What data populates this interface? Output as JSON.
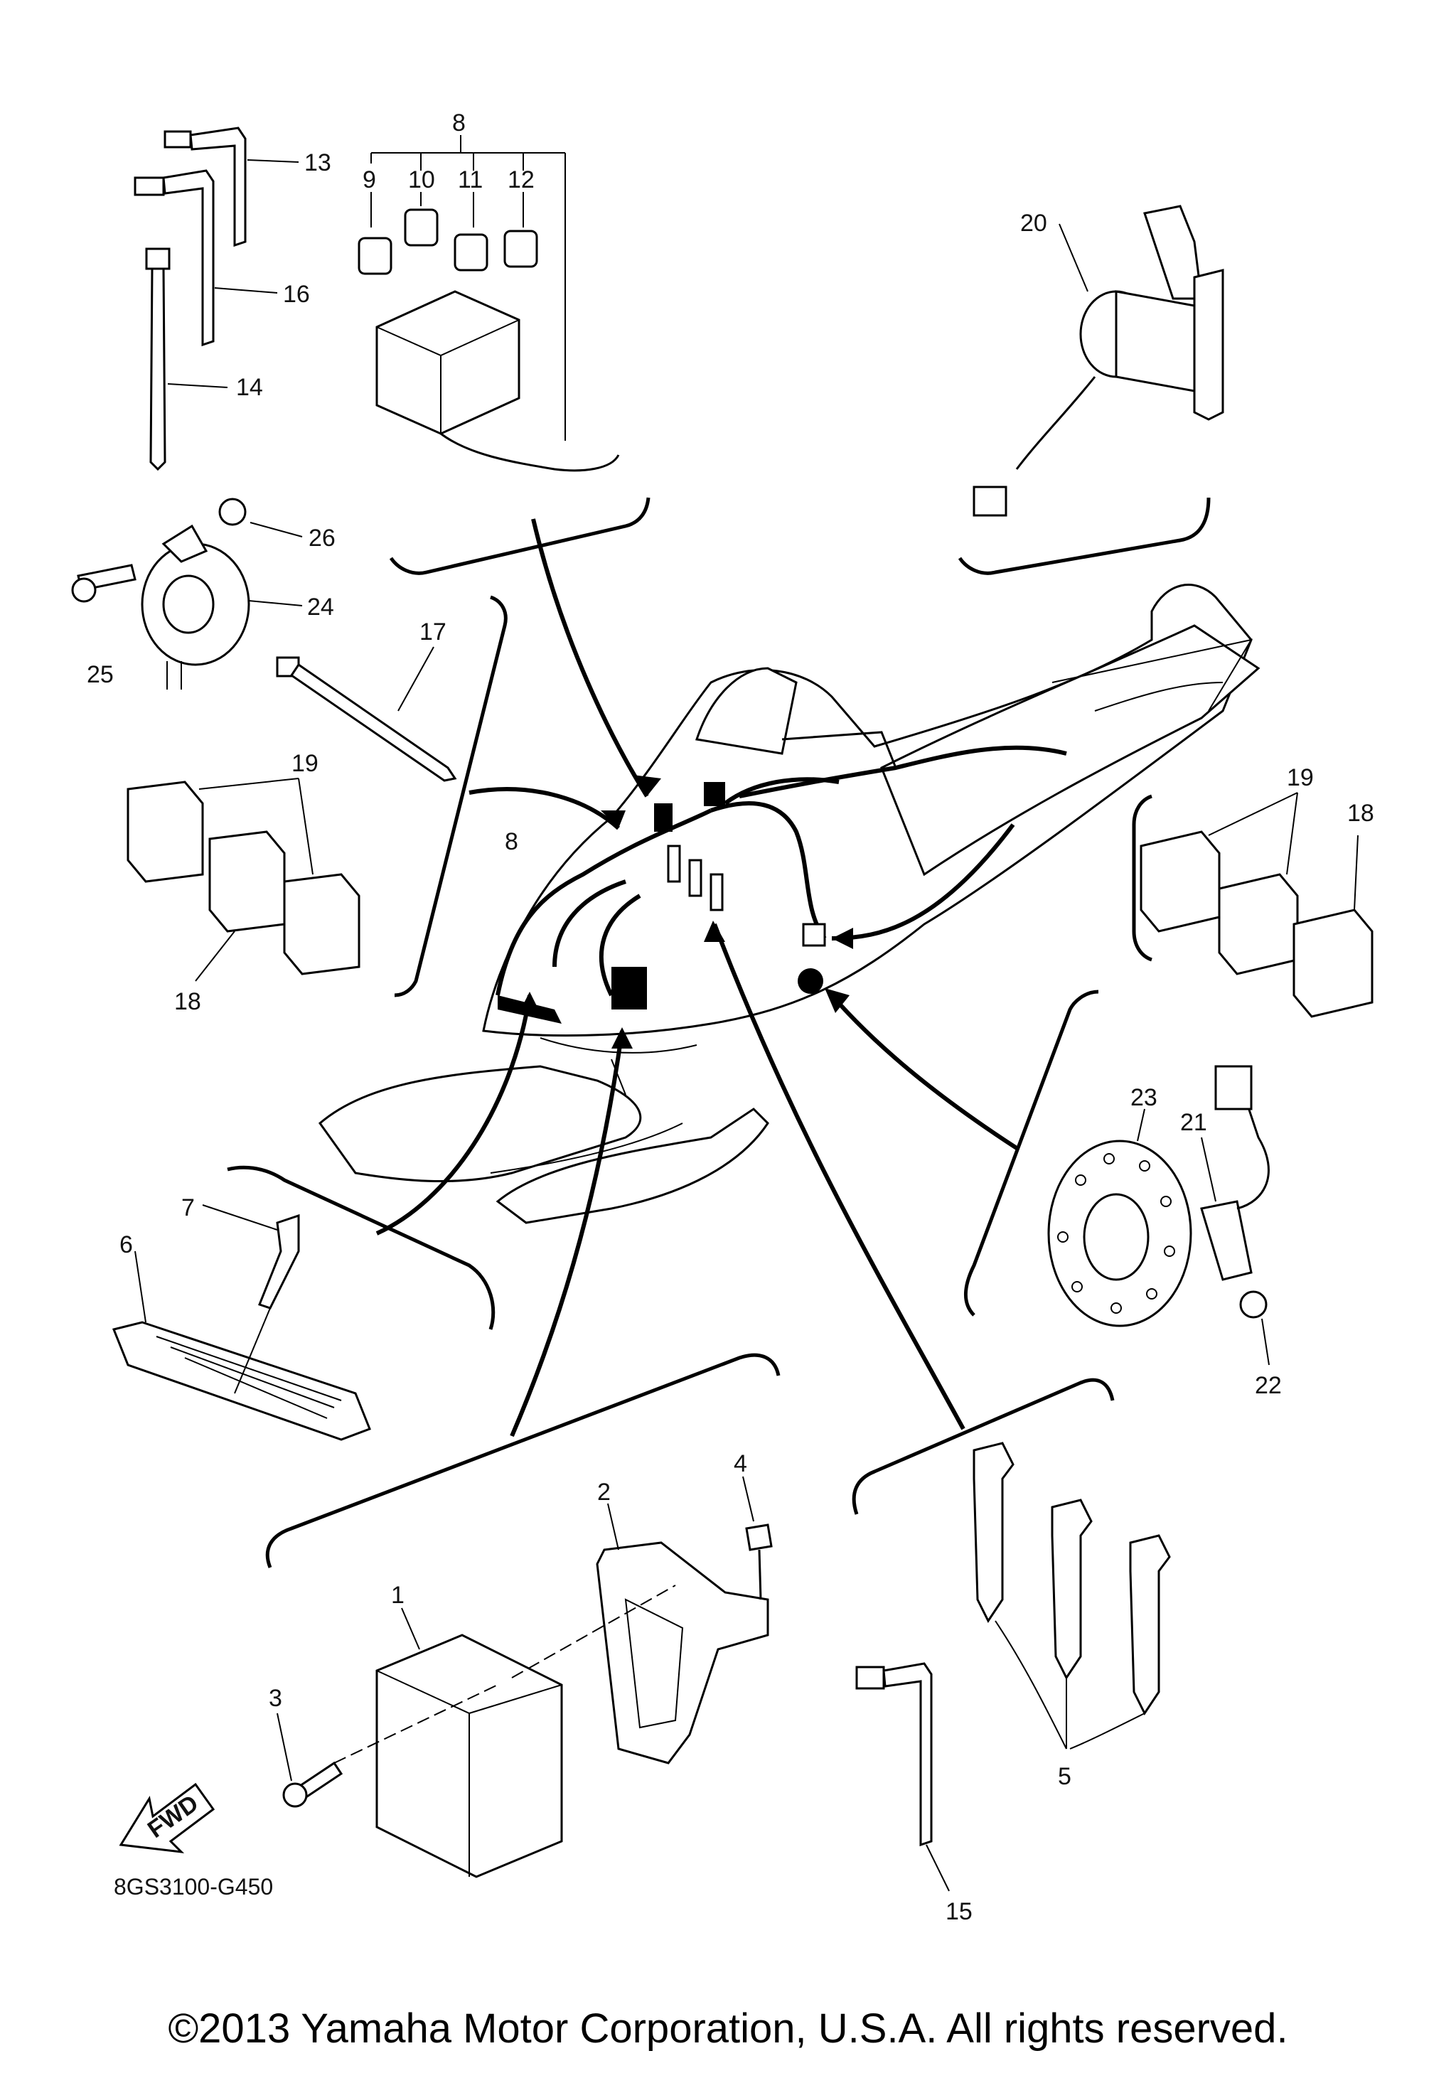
{
  "diagram_code": "8GS3100-G450",
  "copyright": "©2013 Yamaha Motor Corporation, U.S.A. All rights reserved.",
  "fwd_label": "FWD",
  "part_numbers": [
    "1",
    "2",
    "3",
    "4",
    "5",
    "6",
    "7",
    "8",
    "9",
    "10",
    "11",
    "12",
    "13",
    "14",
    "15",
    "16",
    "17",
    "18",
    "19",
    "20",
    "21",
    "22",
    "23",
    "24",
    "25",
    "26"
  ],
  "callouts": {
    "p1": "1",
    "p2": "2",
    "p3": "3",
    "p4": "4",
    "p5": "5",
    "p6": "6",
    "p7": "7",
    "p8a": "8",
    "p8b": "8",
    "p9": "9",
    "p10": "10",
    "p11": "11",
    "p12": "12",
    "p13": "13",
    "p14": "14",
    "p15": "15",
    "p16": "16",
    "p17": "17",
    "p18a": "18",
    "p18b": "18",
    "p19a": "19",
    "p19b": "19",
    "p20": "20",
    "p21": "21",
    "p22": "22",
    "p23": "23",
    "p24": "24",
    "p25": "25",
    "p26": "26"
  }
}
